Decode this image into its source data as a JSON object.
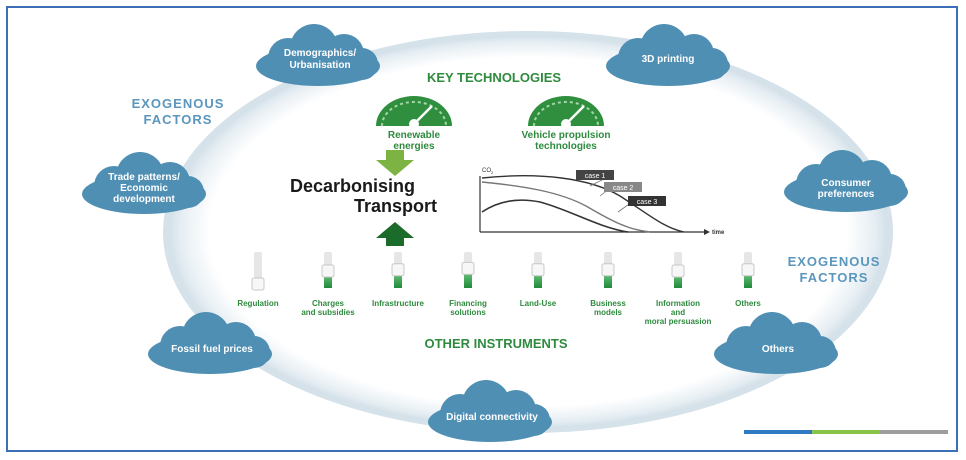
{
  "center_title": {
    "line1": "Decarbonising",
    "line2": "Transport"
  },
  "key_technologies": {
    "heading": "KEY TECHNOLOGIES",
    "gauges": [
      {
        "line1": "Renewable",
        "line2": "energies"
      },
      {
        "line1": "Vehicle propulsion",
        "line2": "technologies"
      }
    ]
  },
  "exogenous": {
    "left": {
      "line1": "EXOGENOUS",
      "line2": "FACTORS"
    },
    "right": {
      "line1": "EXOGENOUS",
      "line2": "FACTORS"
    }
  },
  "clouds": {
    "demographics": {
      "line1": "Demographics/",
      "line2": "Urbanisation"
    },
    "printing": {
      "line1": "3D printing"
    },
    "trade": {
      "line1": "Trade patterns/",
      "line2": "Economic",
      "line3": "development"
    },
    "consumer": {
      "line1": "Consumer",
      "line2": "preferences"
    },
    "fossil": {
      "line1": "Fossil fuel prices"
    },
    "others": {
      "line1": "Others"
    },
    "digital": {
      "line1": "Digital connectivity"
    }
  },
  "instruments": {
    "heading": "OTHER INSTRUMENTS",
    "items": [
      {
        "line1": "Regulation",
        "level": 0.0
      },
      {
        "line1": "Charges",
        "line2": "and subsidies",
        "level": 0.5
      },
      {
        "line1": "Infrastructure",
        "level": 0.55
      },
      {
        "line1": "Financing",
        "line2": "solutions",
        "level": 0.6
      },
      {
        "line1": "Land-Use",
        "level": 0.55
      },
      {
        "line1": "Business",
        "line2": "models",
        "level": 0.55
      },
      {
        "line1": "Information",
        "line2": "and",
        "line3": "moral persuasion",
        "level": 0.5
      },
      {
        "line1": "Others",
        "level": 0.55
      }
    ]
  },
  "mini_chart": {
    "y_label": "CO",
    "y_sub": "2",
    "x_label": "time",
    "cases": [
      "case 1",
      "case 2",
      "case 3"
    ]
  },
  "colors": {
    "cloud": "#4f8fb4",
    "heading_green": "#2e8b3e",
    "gauge_green": "#2f8f3e",
    "exogenous_blue": "#5a96bd",
    "arrow_light": "#7cb342",
    "arrow_dark": "#1b6b2a"
  }
}
